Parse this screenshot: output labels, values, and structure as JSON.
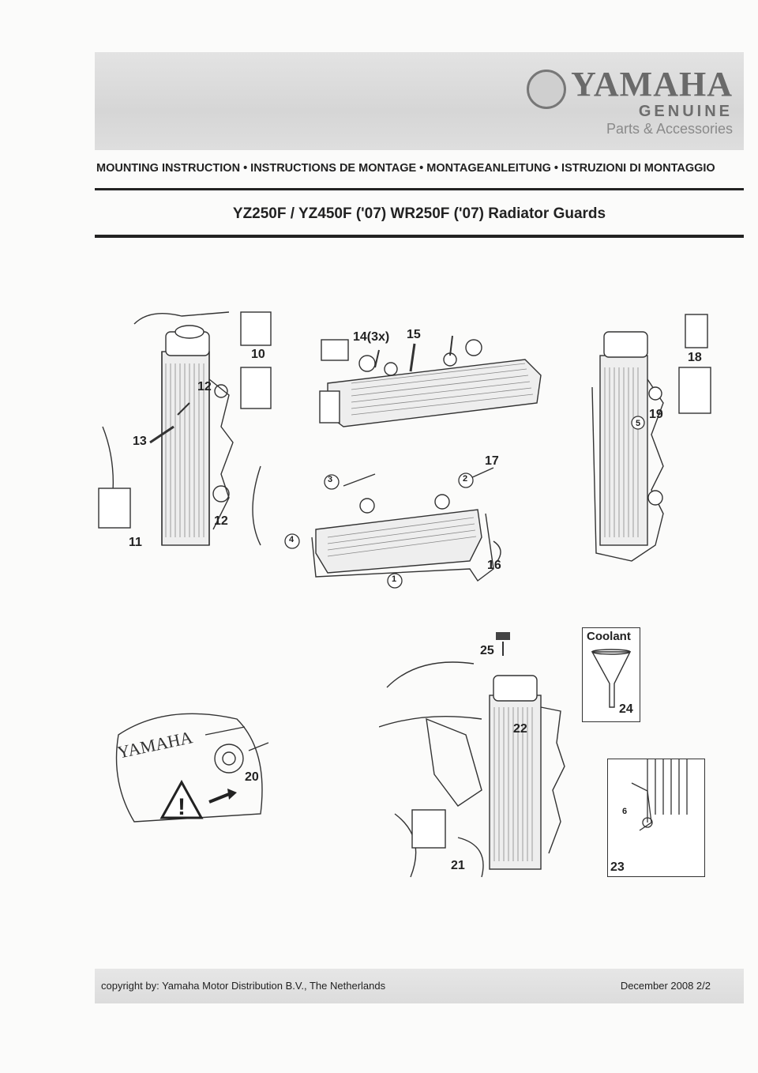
{
  "header": {
    "brand": "YAMAHA",
    "genuine": "GENUINE",
    "parts": "Parts & Accessories"
  },
  "mounting_line": "MOUNTING INSTRUCTION  •  INSTRUCTIONS DE MONTAGE  •  MONTAGEANLEITUNG  •  ISTRUZIONI DI MONTAGGIO",
  "product_title": "YZ250F / YZ450F ('07) WR250F ('07) Radiator Guards",
  "callouts": {
    "c10": "10",
    "c11": "11",
    "c12a": "12",
    "c12b": "12",
    "c13": "13",
    "c14": "14(3x)",
    "c15": "15",
    "c16": "16",
    "c17": "17",
    "c18": "18",
    "c19": "19",
    "c20": "20",
    "c21": "21",
    "c22": "22",
    "c23": "23",
    "c24": "24",
    "c25": "25",
    "p1": "1",
    "p2": "2",
    "p3": "3",
    "p4": "4",
    "p5": "5",
    "p6": "6"
  },
  "coolant_label": "Coolant",
  "engine_brand": "YAMAHA",
  "footer": {
    "copyright": "copyright by: Yamaha Motor Distribution B.V., The Netherlands",
    "date": "December 2008 2/2"
  }
}
